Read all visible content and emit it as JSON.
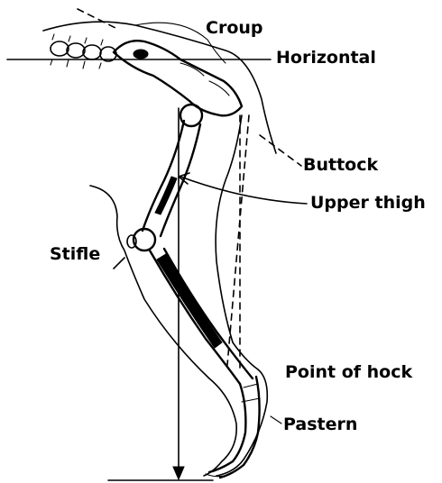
{
  "diagram": {
    "labels": {
      "croup": "Croup",
      "horizontal": "Horizontal",
      "buttock": "Buttock",
      "upper_thigh": "Upper thigh",
      "stifle": "Stifle",
      "point_of_hock": "Point of hock",
      "pastern": "Pastern"
    }
  }
}
